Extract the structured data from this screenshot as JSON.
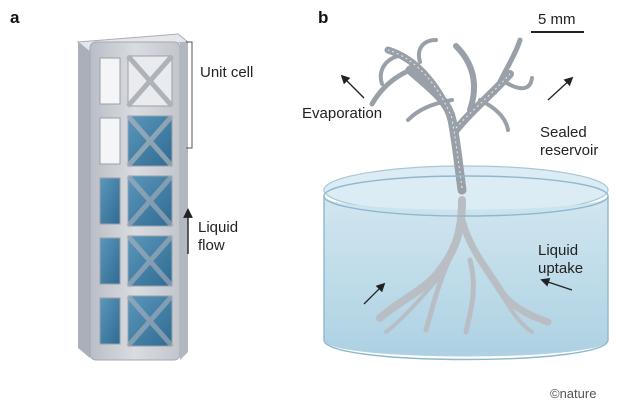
{
  "panel_a": {
    "letter": "a",
    "unit_cell_label": "Unit cell",
    "flow_label_line1": "Liquid",
    "flow_label_line2": "flow"
  },
  "panel_b": {
    "letter": "b",
    "scale_bar_label": "5 mm",
    "evaporation_label": "Evaporation",
    "reservoir_label_line1": "Sealed",
    "reservoir_label_line2": "reservoir",
    "uptake_label_line1": "Liquid",
    "uptake_label_line2": "uptake"
  },
  "credit": "©nature",
  "colors": {
    "lattice_grey": "#c9ccd2",
    "liquid_blue": "#3f7fa6",
    "reservoir_water": "#b7d8e8",
    "reservoir_rim": "#d7eaf3"
  }
}
